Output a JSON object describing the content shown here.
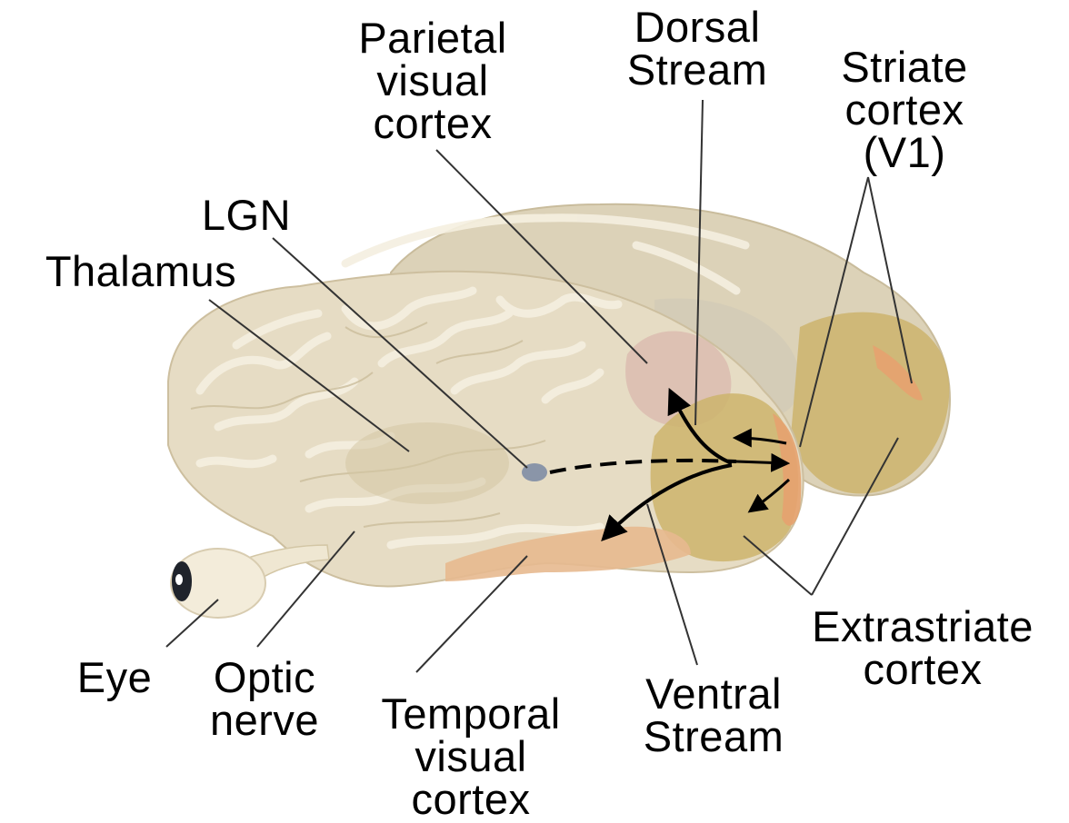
{
  "labels": {
    "parietal": [
      "Parietal",
      "visual",
      "cortex"
    ],
    "dorsal": [
      "Dorsal",
      "Stream"
    ],
    "striate": [
      "Striate",
      "cortex",
      "(V1)"
    ],
    "lgn": [
      "LGN"
    ],
    "thalamus": [
      "Thalamus"
    ],
    "eye": [
      "Eye"
    ],
    "optic": [
      "Optic",
      "nerve"
    ],
    "temporal": [
      "Temporal",
      "visual",
      "cortex"
    ],
    "ventral": [
      "Ventral",
      "Stream"
    ],
    "extrastriate": [
      "Extrastriate",
      "cortex"
    ]
  },
  "colors": {
    "brain": "#e6dcc4",
    "brain_shadow": "#cdbf9f",
    "gyri": "#f2ead7",
    "parietal_region": "#d9b8ad",
    "temporal_region": "#e7b98f",
    "extrastriate_region": "#cdb46c",
    "striate_region": "#e6a26f",
    "lgn": "#8a95a8",
    "leader_line": "#333333",
    "arrow": "#000000"
  }
}
